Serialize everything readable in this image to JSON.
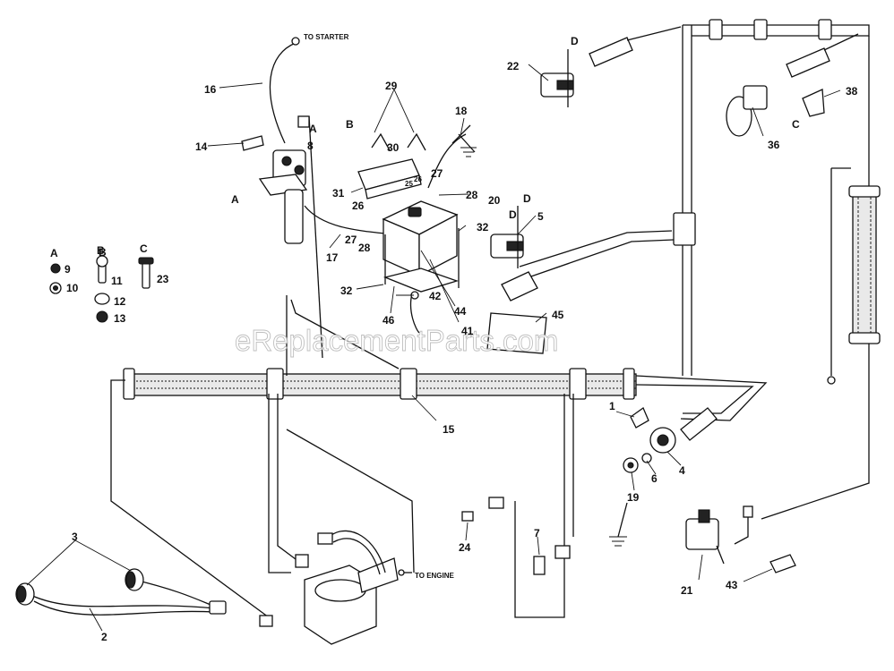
{
  "watermark": "eReplacementParts.com",
  "callouts": {
    "c1": "1",
    "c2": "2",
    "c3": "3",
    "c4": "4",
    "c5": "5",
    "c6": "6",
    "c7": "7",
    "c8": "8",
    "c9": "9",
    "c10": "10",
    "c11": "11",
    "c12": "12",
    "c13": "13",
    "c14": "14",
    "c15": "15",
    "c16": "16",
    "c17": "17",
    "c18": "18",
    "c19": "19",
    "c20": "20",
    "c21": "21",
    "c22": "22",
    "c23": "23",
    "c24": "24",
    "c26": "26",
    "c27a": "27",
    "c27b": "27",
    "c28a": "28",
    "c28b": "28",
    "c29": "29",
    "c30": "30",
    "c31": "31",
    "c32a": "32",
    "c32b": "32",
    "c36": "36",
    "c38": "38",
    "c41": "41",
    "c42": "42",
    "c43": "43",
    "c44": "44",
    "c45": "45",
    "c46": "46",
    "c25": "25",
    "c26b": "26"
  },
  "letters": {
    "legendA": "A",
    "legendB": "B",
    "legendC": "C",
    "markA1": "A",
    "markA2": "A",
    "markB1": "B",
    "markB2": "B",
    "markC": "C",
    "markD1": "D",
    "markD2": "D",
    "markD3": "D"
  },
  "texts": {
    "to_starter": "TO STARTER",
    "to_engine": "TO ENGINE"
  }
}
